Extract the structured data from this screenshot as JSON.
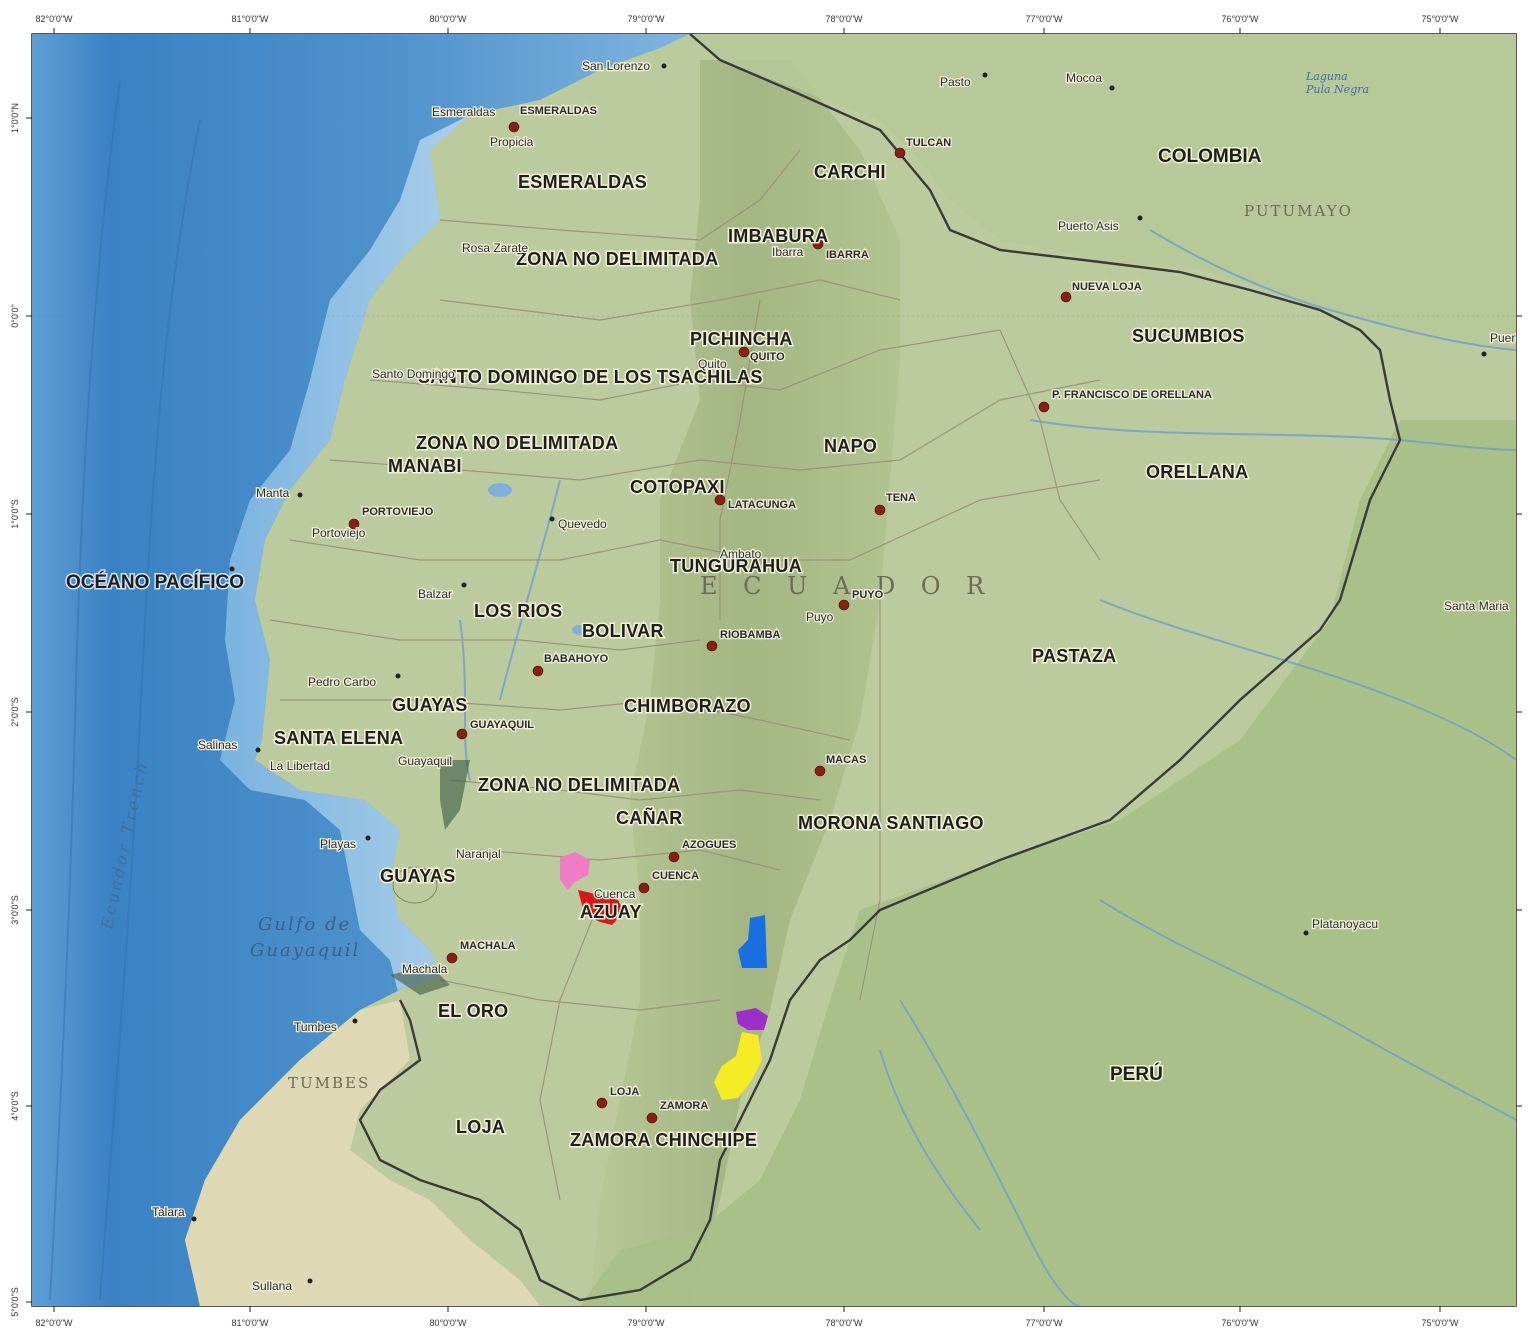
{
  "map": {
    "lon_ticks": [
      "82°0'0\"W",
      "81°0'0\"W",
      "80°0'0\"W",
      "79°0'0\"W",
      "78°0'0\"W",
      "77°0'0\"W",
      "76°0'0\"W",
      "75°0'0\"W"
    ],
    "lat_ticks": [
      "1°0'0\"N",
      "0°0'0\"",
      "1°0'0\"S",
      "2°0'0\"S",
      "3°0'0\"S",
      "4°0'0\"S",
      "5°0'0\"S"
    ],
    "provinces": [
      {
        "label": "ESMERALDAS"
      },
      {
        "label": "CARCHI"
      },
      {
        "label": "IMBABURA"
      },
      {
        "label": "ZONA NO DELIMITADA"
      },
      {
        "label": "PICHINCHA"
      },
      {
        "label": "SANTO DOMINGO DE LOS TSACHILAS"
      },
      {
        "label": "ZONA NO DELIMITADA"
      },
      {
        "label": "MANABI"
      },
      {
        "label": "COTOPAXI"
      },
      {
        "label": "NAPO"
      },
      {
        "label": "SUCUMBIOS"
      },
      {
        "label": "ORELLANA"
      },
      {
        "label": "TUNGURAHUA"
      },
      {
        "label": "LOS RIOS"
      },
      {
        "label": "BOLIVAR"
      },
      {
        "label": "PASTAZA"
      },
      {
        "label": "CHIMBORAZO"
      },
      {
        "label": "GUAYAS"
      },
      {
        "label": "SANTA ELENA"
      },
      {
        "label": "ZONA NO DELIMITADA"
      },
      {
        "label": "CAÑAR"
      },
      {
        "label": "MORONA SANTIAGO"
      },
      {
        "label": "GUAYAS"
      },
      {
        "label": "AZUAY"
      },
      {
        "label": "EL ORO"
      },
      {
        "label": "LOJA"
      },
      {
        "label": "ZAMORA CHINCHIPE"
      }
    ],
    "countries": [
      {
        "label": "COLOMBIA"
      },
      {
        "label": "PERÚ"
      }
    ],
    "country_name": "E C U A D O R",
    "ocean": "OCÉANO PACÍFICO",
    "gulf": [
      "Gulfo de",
      "Guayaquil"
    ],
    "trench": "Ecuador Trench",
    "regions": [
      {
        "label": "PUTUMAYO"
      },
      {
        "label": "TUMBES"
      }
    ],
    "lake": [
      "Laguna",
      "Pula Negra"
    ],
    "capitals": [
      {
        "label": "ESMERALDAS"
      },
      {
        "label": "TULCAN"
      },
      {
        "label": "IBARRA"
      },
      {
        "label": "NUEVA LOJA"
      },
      {
        "label": "QUITO"
      },
      {
        "label": "P. FRANCISCO DE ORELLANA"
      },
      {
        "label": "PORTOVIEJO"
      },
      {
        "label": "LATACUNGA"
      },
      {
        "label": "TENA"
      },
      {
        "label": "PUYO"
      },
      {
        "label": "RIOBAMBA"
      },
      {
        "label": "BABAHOYO"
      },
      {
        "label": "GUAYAQUIL"
      },
      {
        "label": "MACAS"
      },
      {
        "label": "AZOGUES"
      },
      {
        "label": "CUENCA"
      },
      {
        "label": "MACHALA"
      },
      {
        "label": "LOJA"
      },
      {
        "label": "ZAMORA"
      }
    ],
    "towns": [
      {
        "label": "San Lorenzo"
      },
      {
        "label": "Pasto"
      },
      {
        "label": "Mocoa"
      },
      {
        "label": "Esmeraldas"
      },
      {
        "label": "Propicia"
      },
      {
        "label": "Rosa Zarate"
      },
      {
        "label": "Puerto Asis"
      },
      {
        "label": "Ibarra"
      },
      {
        "label": "Santo Domingo"
      },
      {
        "label": "Quito"
      },
      {
        "label": "Manta"
      },
      {
        "label": "Portoviejo"
      },
      {
        "label": "Quevedo"
      },
      {
        "label": "Ambato"
      },
      {
        "label": "Balzar"
      },
      {
        "label": "Puyo"
      },
      {
        "label": "Santa Maria"
      },
      {
        "label": "Pedro Carbo"
      },
      {
        "label": "Salinas"
      },
      {
        "label": "La Libertad"
      },
      {
        "label": "Guayaquil"
      },
      {
        "label": "Playas"
      },
      {
        "label": "Naranjal"
      },
      {
        "label": "Cuenca"
      },
      {
        "label": "Machala"
      },
      {
        "label": "Tumbes"
      },
      {
        "label": "Platanoyacu"
      },
      {
        "label": "Talara"
      },
      {
        "label": "Sullana"
      },
      {
        "label": "Puerto Leguizamo"
      }
    ],
    "colors": {
      "ocean_deep": "#3d86c6",
      "ocean_shelf": "#9ecbe8",
      "land": "#b9c99a",
      "andes": "#a6b884",
      "amazon": "#a8bf86",
      "border": "#3a3a3a",
      "study_pink": "#f07cc8",
      "study_red": "#d81818",
      "study_blue": "#1a6fe0",
      "study_purple": "#9b2fc9",
      "study_yellow": "#f5ec24"
    }
  }
}
